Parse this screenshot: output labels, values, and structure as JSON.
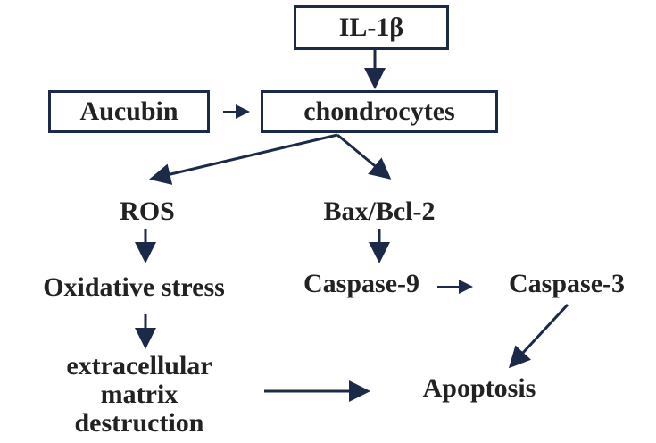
{
  "nodes": {
    "il1b": "IL-1β",
    "aucubin": "Aucubin",
    "chondrocytes": "chondrocytes",
    "ros": "ROS",
    "bax": "Bax/Bcl-2",
    "oxidative": "Oxidative stress",
    "caspase9": "Caspase-9",
    "caspase3": "Caspase-3",
    "ecm": [
      "extracellular",
      "matrix",
      "destruction"
    ],
    "apoptosis": "Apoptosis"
  },
  "colors": {
    "arrow": "#1c2a4a",
    "text": "#222222"
  }
}
